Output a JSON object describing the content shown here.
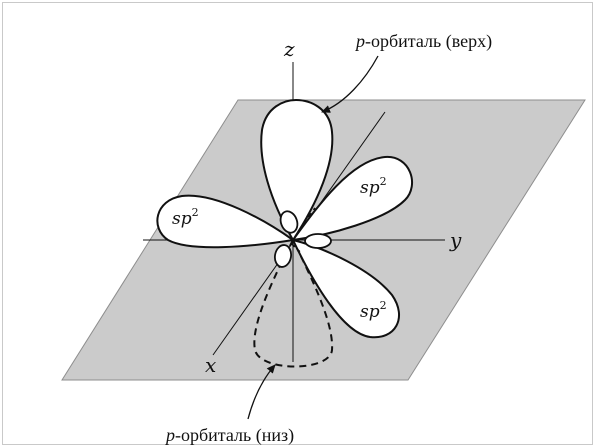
{
  "axes": {
    "x": "x",
    "y": "y",
    "z": "z"
  },
  "orbital_labels": {
    "sp2_left": "sp",
    "sp2_upper_right": "sp",
    "sp2_lower_right": "sp",
    "superscript": "2"
  },
  "captions": {
    "top_p": "p",
    "top_rest": "-орбиталь (верх)",
    "bottom_p": "p",
    "bottom_rest": "-орбиталь (низ)"
  },
  "colors": {
    "plane_fill": "#cbcbcb",
    "plane_edge": "#8e8e8e",
    "line": "#111111",
    "lobe_fill": "#ffffff"
  }
}
